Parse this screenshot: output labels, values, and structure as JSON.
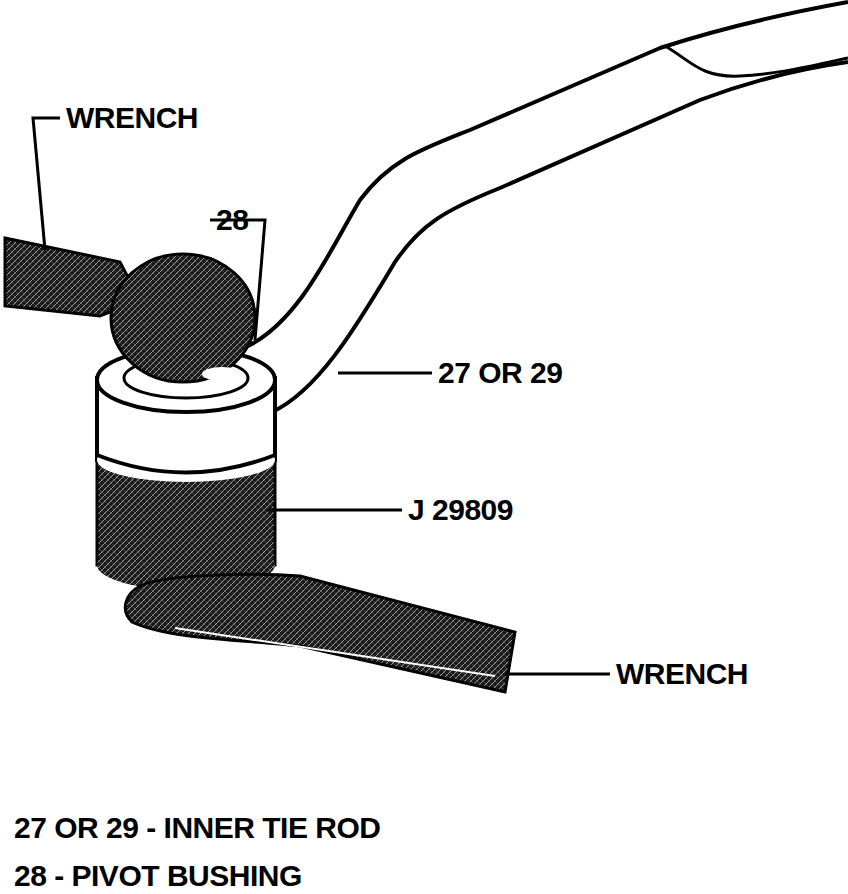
{
  "diagram": {
    "labels": [
      "WRENCH",
      "28",
      "27 OR 29",
      "J 29809",
      "WRENCH",
      "27 OR 29 - INNER TIE ROD",
      "28 - PIVOT BUSHING"
    ]
  }
}
